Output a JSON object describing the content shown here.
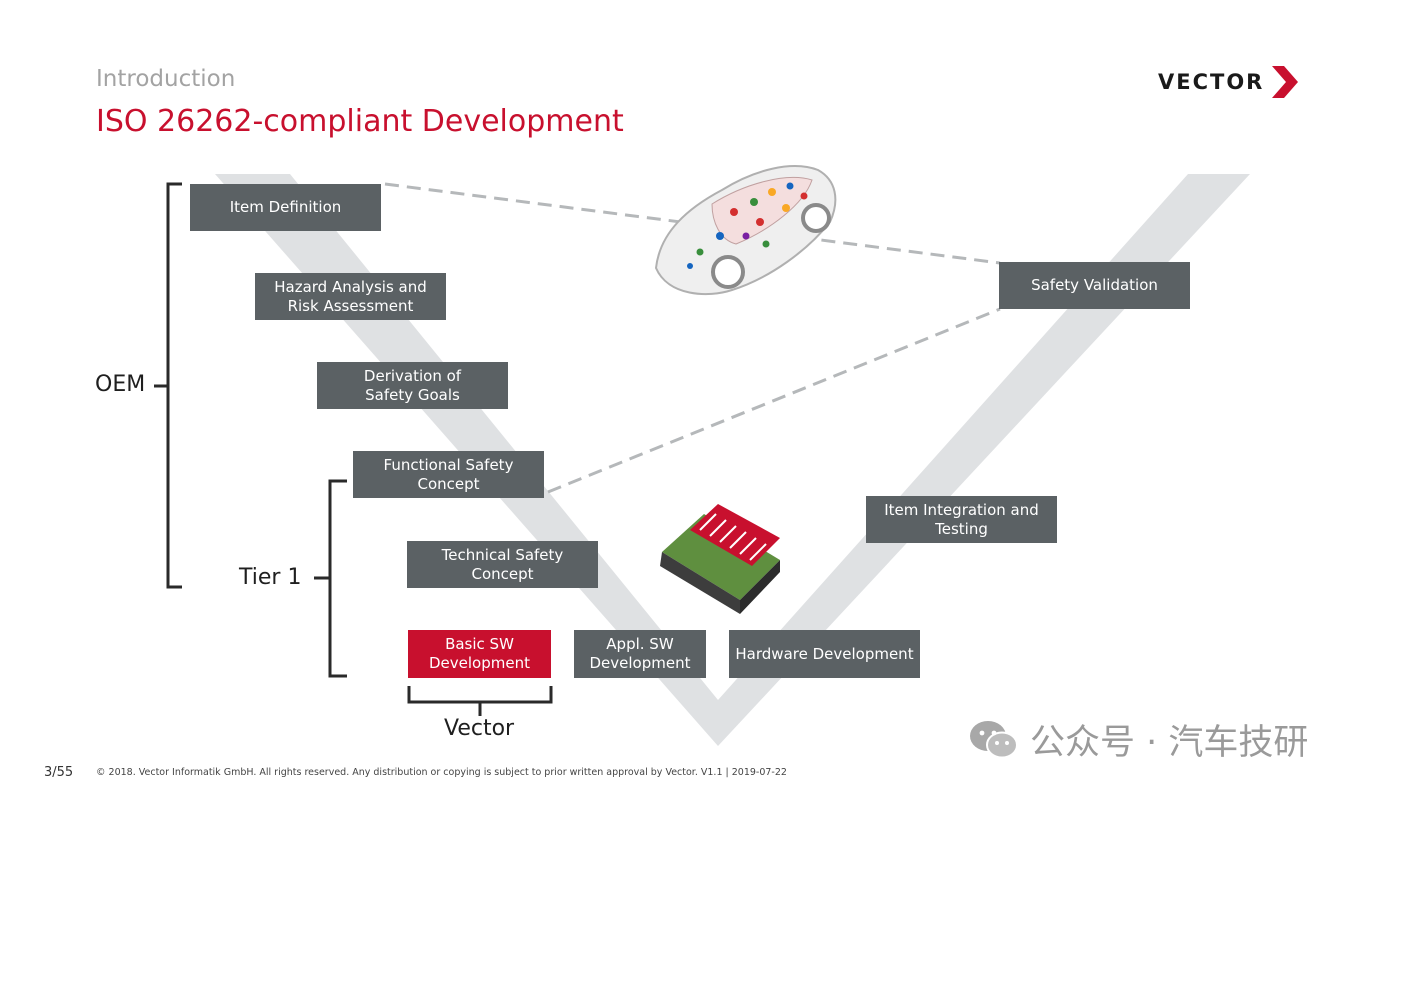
{
  "header": {
    "section": "Introduction",
    "title": "ISO 26262-compliant Development",
    "logo_text": "VECTOR"
  },
  "boxes": {
    "item_definition": "Item Definition",
    "hazard_analysis": "Hazard Analysis and\nRisk Assessment",
    "safety_goals": "Derivation of\nSafety Goals",
    "functional_safety": "Functional Safety\nConcept",
    "technical_safety": "Technical Safety\nConcept",
    "basic_sw": "Basic SW\nDevelopment",
    "appl_sw": "Appl. SW\nDevelopment",
    "hardware": "Hardware Development",
    "integration": "Item Integration and\nTesting",
    "validation": "Safety Validation"
  },
  "brackets": {
    "oem": "OEM",
    "tier1": "Tier 1",
    "vector": "Vector"
  },
  "footer": {
    "page": "3/55",
    "copyright": "© 2018. Vector Informatik GmbH. All rights reserved. Any distribution or copying is subject to prior written approval by Vector. V1.1 | 2019-07-22"
  },
  "watermark": "公众号 · 汽车技研",
  "colors": {
    "accent": "#c8102e",
    "box": "#5b6164",
    "v_shape": "#dfe1e3"
  }
}
